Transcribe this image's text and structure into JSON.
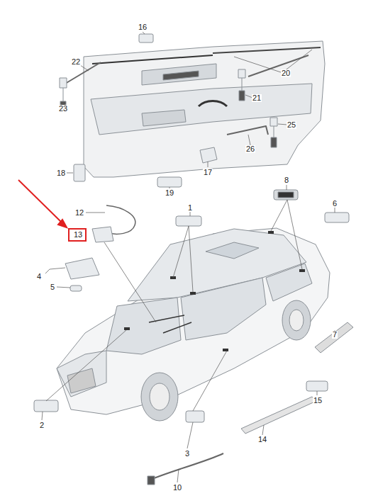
{
  "diagram": {
    "nodes": [
      {
        "text": [
          "13"
        ]
      }
    ],
    "labels": [
      "16",
      "22",
      "20",
      "21",
      "23",
      "26",
      "25",
      "18",
      "17",
      "19",
      "8",
      "6",
      "12",
      "1",
      "4",
      "5",
      "7",
      "15",
      "2",
      "3",
      "14",
      "10"
    ]
  }
}
